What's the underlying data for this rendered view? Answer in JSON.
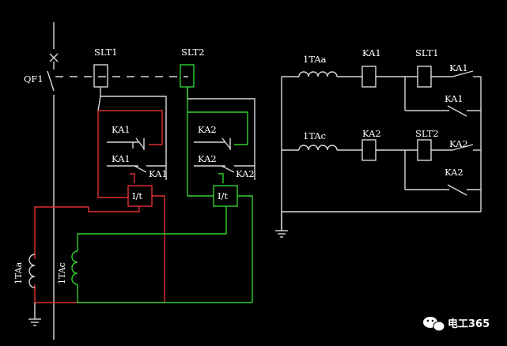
{
  "labels": {
    "qf1": "QF1",
    "slt1": "SLT1",
    "slt2": "SLT2",
    "ka1_top": "KA1",
    "ka1_mid": "KA1",
    "ka1_contact": "KA1",
    "ka2_top": "KA2",
    "ka2_mid": "KA2",
    "ka2_contact": "KA2",
    "timer1": "I/t",
    "timer2": "I/t",
    "ct_a": "1TAa",
    "ct_c": "1TAc",
    "r_1taa": "1TAa",
    "r_ka1_coil": "KA1",
    "r_slt1": "SLT1",
    "r_ka1_c1": "KA1",
    "r_ka1_c2": "KA1",
    "r_1tac": "1TAc",
    "r_ka2_coil": "KA2",
    "r_slt2": "SLT2",
    "r_ka2_c1": "KA2",
    "r_ka2_c2": "KA2"
  },
  "watermark": "电工365",
  "colors": {
    "background": "#000000",
    "wire": "#d8d8d8",
    "phase_a": "#e03030",
    "phase_c": "#30d030"
  },
  "icons": {
    "watermark": "wechat-logo-icon",
    "ground": "ground-icon"
  }
}
